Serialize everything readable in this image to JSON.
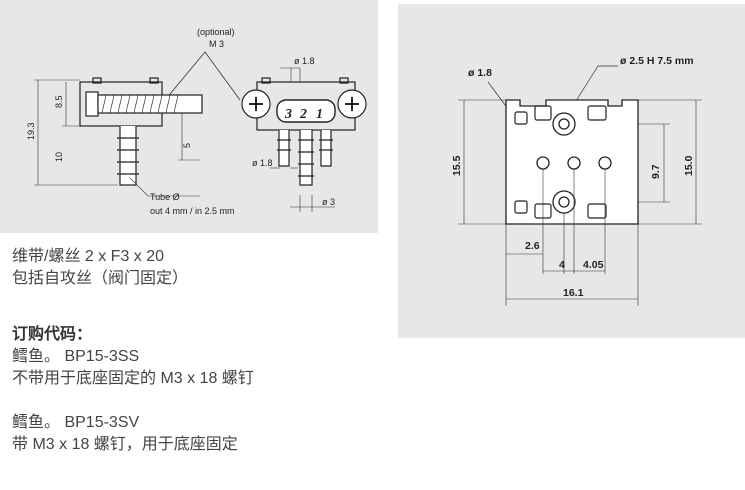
{
  "left_drawing": {
    "optional": "(optional)",
    "m3": "M 3",
    "phi18_top": "ø 1.8",
    "phi18_side": "ø 1.8",
    "phi3": "ø 3",
    "dim_193": "19.3",
    "dim_85": "8.5",
    "dim_10": "10",
    "dim_5": "5",
    "valve_numbers": [
      "3",
      "2",
      "1"
    ],
    "tube_line1": "Tube Ø",
    "tube_line2": "out 4 mm / in 2.5 mm"
  },
  "right_drawing": {
    "phi18": "ø 1.8",
    "hole_label": "ø 2.5   H 7.5 mm",
    "dim_155": "15.5",
    "dim_97": "9.7",
    "dim_150": "15.0",
    "dim_26": "2.6",
    "dim_4": "4",
    "dim_405": "4.05",
    "dim_161": "16.1"
  },
  "description": {
    "line1": "维带/螺丝 2 x F3 x 20",
    "line2": "包括自攻丝（阀门固定）"
  },
  "ordering": {
    "heading": "订购代码：",
    "item1_code": "鳕鱼。 BP15-3SS",
    "item1_desc": "不带用于底座固定的 M3 x 18 螺钉",
    "item2_code": "鳕鱼。 BP15-3SV",
    "item2_desc": "带 M3 x 18 螺钉，用于底座固定"
  }
}
